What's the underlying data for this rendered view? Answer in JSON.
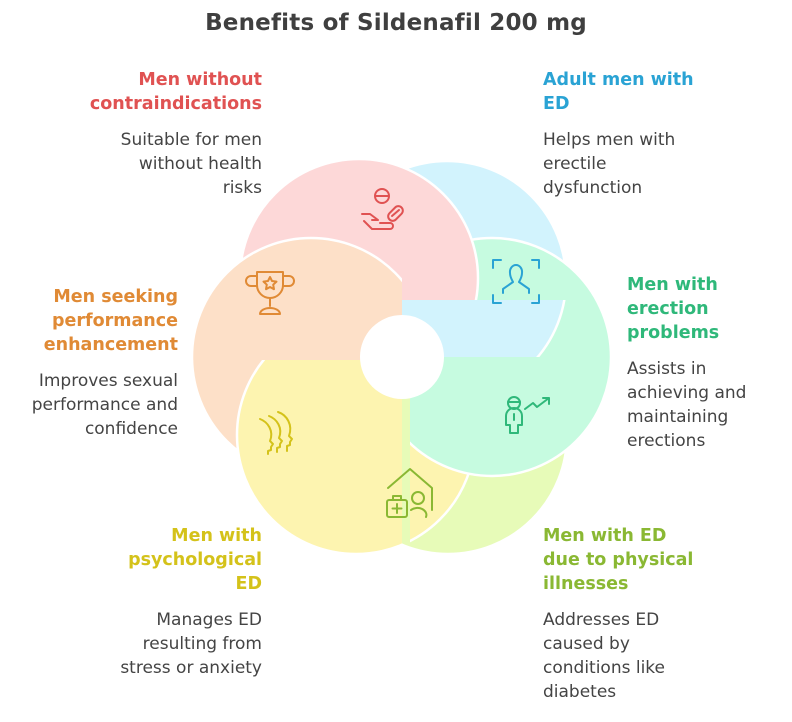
{
  "title": "Benefits of Sildenafil 200 mg",
  "colors": {
    "title": "#3f3f3f",
    "body_text": "#444444"
  },
  "segments": [
    {
      "id": "no-contraindications",
      "heading": "Men without contraindications",
      "heading_lines": [
        "Men without",
        "contraindications"
      ],
      "description_lines": [
        "Suitable for men",
        "without health",
        "risks"
      ],
      "icon": "hand-with-pills-icon",
      "fill": "#fdd8d8",
      "accent": "#e05252"
    },
    {
      "id": "adult-men-ed",
      "heading": "Adult men with ED",
      "heading_lines": [
        "Adult men with",
        "ED"
      ],
      "description_lines": [
        "Helps men with",
        "erectile",
        "dysfunction"
      ],
      "icon": "user-focus-frame-icon",
      "fill": "#d2f3fd",
      "accent": "#2aa3d4"
    },
    {
      "id": "erection-problems",
      "heading": "Men with erection problems",
      "heading_lines": [
        "Men with",
        "erection",
        "problems"
      ],
      "description_lines": [
        "Assists in",
        "achieving and",
        "maintaining",
        "erections"
      ],
      "icon": "person-growth-arrow-icon",
      "fill": "#c6fbe0",
      "accent": "#2fb87a"
    },
    {
      "id": "physical-illnesses",
      "heading": "Men with ED due to physical illnesses",
      "heading_lines": [
        "Men with ED",
        "due to physical",
        "illnesses"
      ],
      "description_lines": [
        "Addresses ED",
        "caused by",
        "conditions like",
        "diabetes"
      ],
      "icon": "home-medical-care-icon",
      "fill": "#e7fbb8",
      "accent": "#8ab833"
    },
    {
      "id": "psychological-ed",
      "heading": "Men with psychological ED",
      "heading_lines": [
        "Men with",
        "psychological",
        "ED"
      ],
      "description_lines": [
        "Manages ED",
        "resulting from",
        "stress or anxiety"
      ],
      "icon": "head-profiles-icon",
      "fill": "#fdf4b0",
      "accent": "#d4c21a"
    },
    {
      "id": "performance-enhancement",
      "heading": "Men seeking performance enhancement",
      "heading_lines": [
        "Men seeking",
        "performance",
        "enhancement"
      ],
      "description_lines": [
        "Improves sexual",
        "performance and",
        "confidence"
      ],
      "icon": "trophy-star-icon",
      "fill": "#fde0c8",
      "accent": "#e08a35"
    }
  ]
}
